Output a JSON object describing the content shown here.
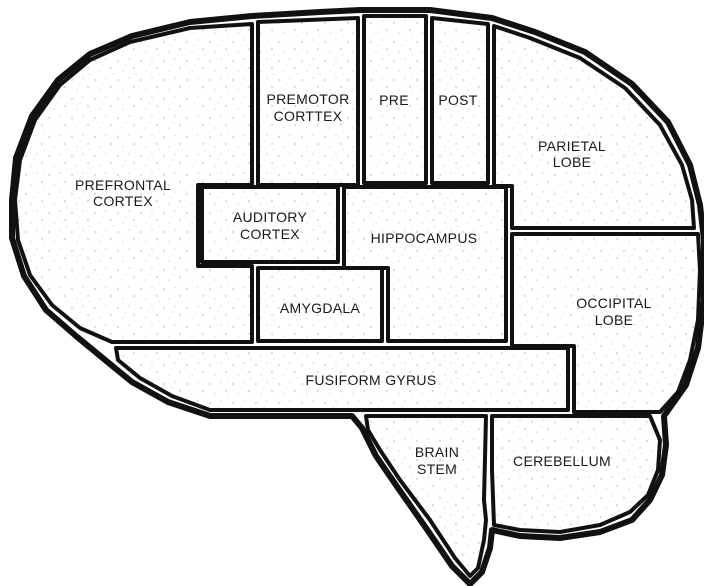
{
  "diagram": {
    "regions": [
      {
        "id": "prefrontal-cortex",
        "lines": [
          "PREFRONTAL",
          "CORTEX"
        ]
      },
      {
        "id": "premotor-cortex",
        "lines": [
          "PREMOTOR",
          "CORTTEX"
        ]
      },
      {
        "id": "pre",
        "lines": [
          "PRE"
        ]
      },
      {
        "id": "post",
        "lines": [
          "POST"
        ]
      },
      {
        "id": "parietal-lobe",
        "lines": [
          "PARIETAL",
          "LOBE"
        ]
      },
      {
        "id": "auditory-cortex",
        "lines": [
          "AUDITORY",
          "CORTEX"
        ]
      },
      {
        "id": "hippocampus",
        "lines": [
          "HIPPOCAMPUS"
        ]
      },
      {
        "id": "amygdala",
        "lines": [
          "AMYGDALA"
        ]
      },
      {
        "id": "occipital-lobe",
        "lines": [
          "OCCIPITAL",
          "LOBE"
        ]
      },
      {
        "id": "fusiform-gyrus",
        "lines": [
          "FUSIFORM GYRUS"
        ]
      },
      {
        "id": "brain-stem",
        "lines": [
          "BRAIN",
          "STEM"
        ]
      },
      {
        "id": "cerebellum",
        "lines": [
          "CEREBELLUM"
        ]
      }
    ]
  }
}
